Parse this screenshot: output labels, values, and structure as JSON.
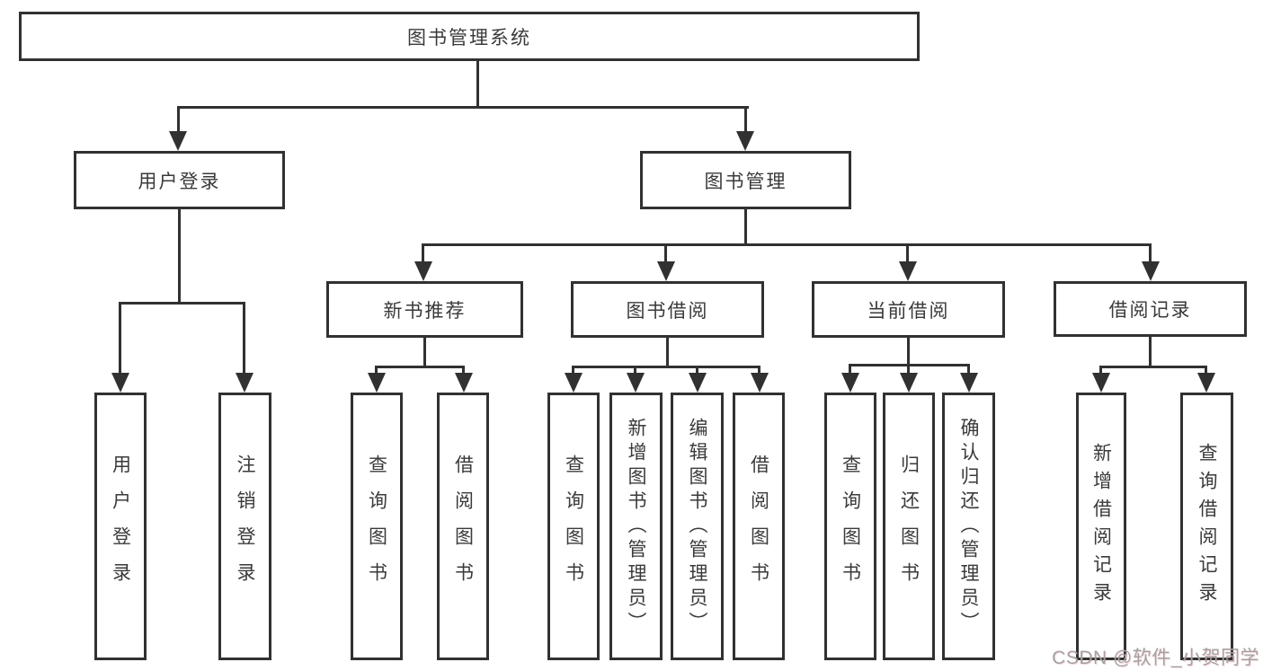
{
  "diagram": {
    "nodes": {
      "root": "图书管理系统",
      "user_login": "用户登录",
      "book_mgmt": "图书管理",
      "new_book_rec": "新书推荐",
      "book_borrow": "图书借阅",
      "current_borrow": "当前借阅",
      "borrow_records": "借阅记录"
    },
    "leaves": {
      "user_login_1": "用户登录",
      "user_login_2": "注销登录",
      "new_book_rec_1": "查询图书",
      "new_book_rec_2": "借阅图书",
      "book_borrow_1": "查询图书",
      "book_borrow_2": "新增图书（管理员）",
      "book_borrow_3": "编辑图书（管理员）",
      "book_borrow_4": "借阅图书",
      "current_borrow_1": "查询图书",
      "current_borrow_2": "归还图书",
      "current_borrow_3": "确认归还（管理员）",
      "borrow_records_1": "新增借阅记录",
      "borrow_records_2": "查询借阅记录"
    },
    "watermark": "CSDN @软件_小贺同学"
  }
}
